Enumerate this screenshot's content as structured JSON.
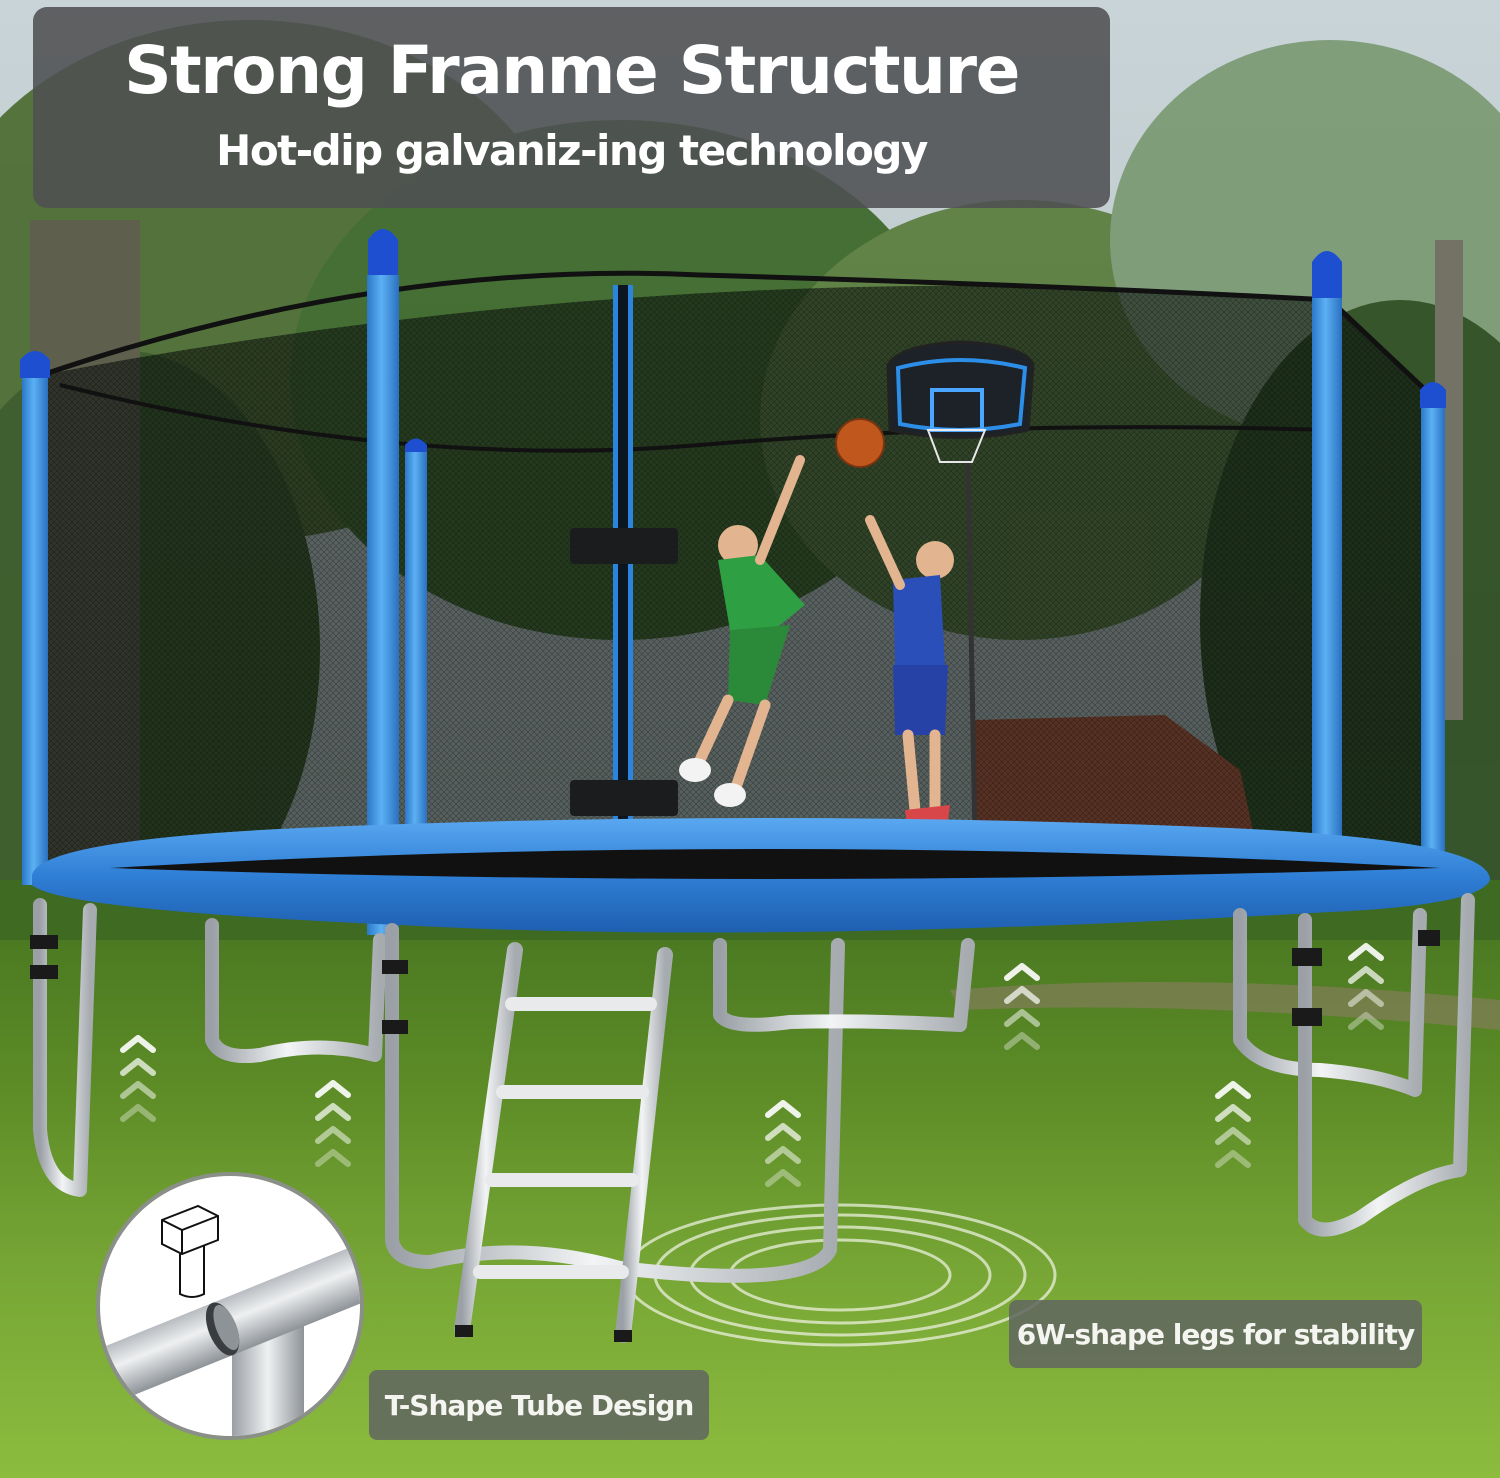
{
  "banner": {
    "title": "Strong Franme Structure",
    "subtitle": "Hot-dip galvaniz-ing technology"
  },
  "callouts": {
    "tube": "T-Shape Tube Design",
    "legs": "6W-shape legs for stability"
  },
  "product": {
    "type": "trampoline with safety enclosure net and basketball hoop",
    "icons": [
      "t-shape-tube-inset",
      "up-chevrons-stability",
      "ground-ripple-rings",
      "ladder",
      "basketball-hoop",
      "basketball"
    ]
  },
  "colors": {
    "banner_bg": "#4e5052",
    "label_bg": "#626860",
    "pad_blue": "#2f7fd6",
    "pole_blue": "#3a8fe0",
    "cap_blue": "#1f4fd1",
    "grass": "#6d9a2c",
    "steel": "#d9dcdf"
  }
}
